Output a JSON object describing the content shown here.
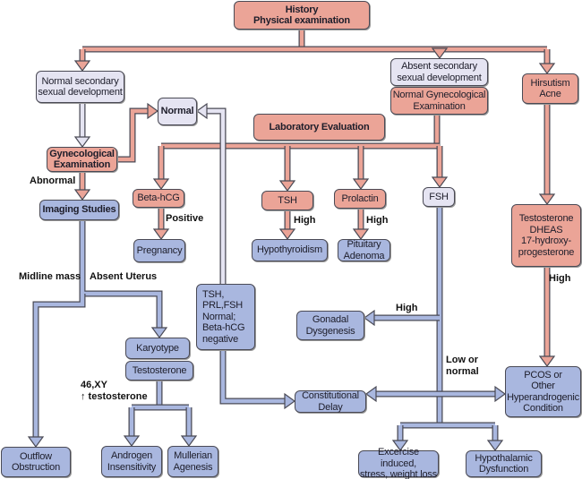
{
  "colors": {
    "pink": "#eba497",
    "blue": "#a9b7df",
    "lavender": "#e5e4f2",
    "border": "#4a4a55"
  },
  "nodes": {
    "history": "History\nPhysical examination",
    "normal_secondary": "Normal secondary\nsexual development",
    "absent_secondary": "Absent secondary\nsexual development",
    "normal_gyn": "Normal Gynecological\nExamination",
    "hirsutism": "Hirsutism\nAcne",
    "normal": "Normal",
    "lab_eval": "Laboratory Evaluation",
    "gyn_exam": "Gynecological\nExamination",
    "imaging": "Imaging Studies",
    "beta_hcg": "Beta-hCG",
    "tsh": "TSH",
    "prolactin": "Prolactin",
    "fsh": "FSH",
    "testosterone_panel": "Testosterone\nDHEAS\n17-hydroxy-\nprogesterone",
    "pregnancy": "Pregnancy",
    "hypothyroidism": "Hypothyroidism",
    "pituitary": "Pituitary\nAdenoma",
    "tsh_prl_fsh": "TSH,\nPRL,FSH\nNormal;\nBeta-hCG\nnegative",
    "gonadal": "Gonadal\nDysgenesis",
    "karyotype": "Karyotype",
    "testosterone": "Testosterone",
    "constitutional": "Constitutional\nDelay",
    "pcos": "PCOS or\nOther\nHyperandrogenic\nCondition",
    "outflow": "Outflow\nObstruction",
    "androgen": "Androgen\nInsensitivity",
    "mullerian": "Mullerian\nAgenesis",
    "exercise": "Excercise induced,\nstress, weight loss",
    "hypothalamic": "Hypothalamic\nDysfunction"
  },
  "labels": {
    "abnormal": "Abnormal",
    "positive": "Positive",
    "high_tsh": "High",
    "high_prolactin": "High",
    "midline": "Midline mass",
    "absent_uterus": "Absent Uterus",
    "high_fsh": "High",
    "low_normal": "Low or\nnormal",
    "xy": "46,XY\n↑ testosterone",
    "high_andro": "High"
  }
}
